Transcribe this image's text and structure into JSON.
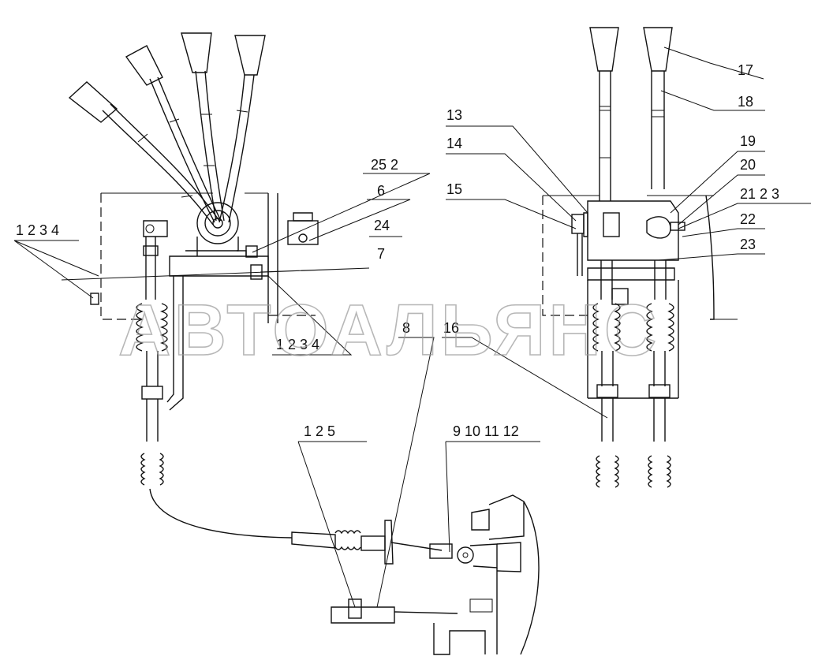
{
  "watermark": "АВТОАЛЬЯНС",
  "callouts": [
    {
      "id": "c-1234-left",
      "text": "1 2 3 4"
    },
    {
      "id": "c-25-2",
      "text": "25 2"
    },
    {
      "id": "c-6",
      "text": "6"
    },
    {
      "id": "c-24",
      "text": "24"
    },
    {
      "id": "c-7",
      "text": "7"
    },
    {
      "id": "c-1234-mid",
      "text": "1 2 3 4"
    },
    {
      "id": "c-8",
      "text": "8"
    },
    {
      "id": "c-16",
      "text": "16"
    },
    {
      "id": "c-125",
      "text": "1 2 5"
    },
    {
      "id": "c-9101112",
      "text": "9 10 11 12"
    },
    {
      "id": "c-13",
      "text": "13"
    },
    {
      "id": "c-14",
      "text": "14"
    },
    {
      "id": "c-15",
      "text": "15"
    },
    {
      "id": "c-17",
      "text": "17"
    },
    {
      "id": "c-18",
      "text": "18"
    },
    {
      "id": "c-19",
      "text": "19"
    },
    {
      "id": "c-20",
      "text": "20"
    },
    {
      "id": "c-21-2-3",
      "text": "21 2 3"
    },
    {
      "id": "c-22",
      "text": "22"
    },
    {
      "id": "c-23",
      "text": "23"
    }
  ]
}
